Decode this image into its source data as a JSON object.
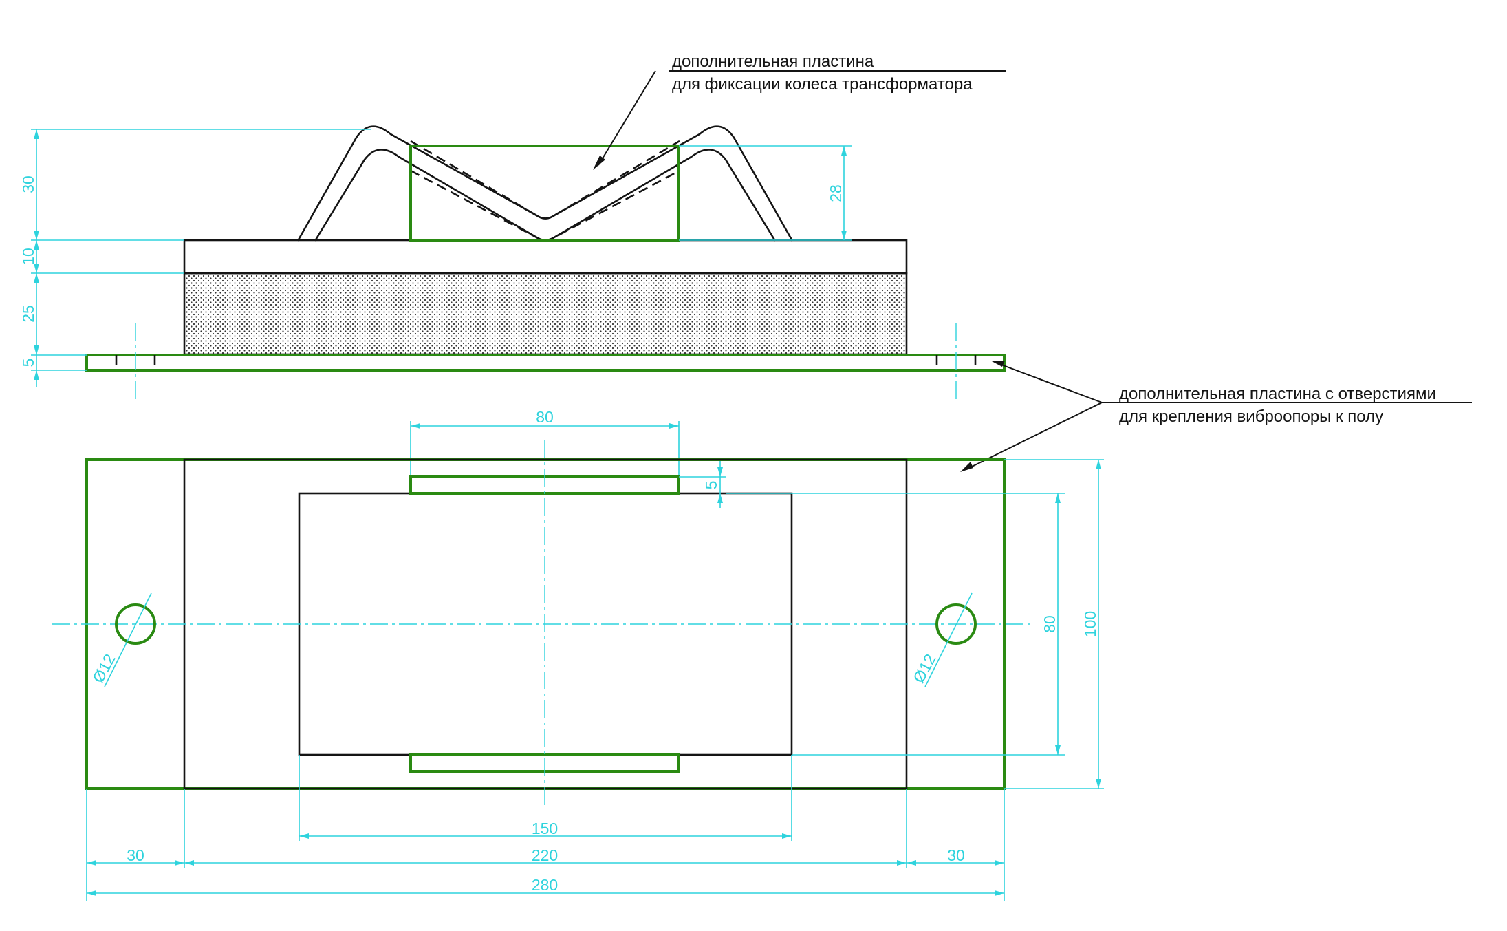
{
  "notes": {
    "top_line1": "дополнительная пластина",
    "top_line2": "для фиксации колеса трансформатора",
    "right_line1": "дополнительная пластина с отверстиями",
    "right_line2": "для крепления виброопоры к полу"
  },
  "dims": {
    "h30": "30",
    "h10": "10",
    "h25": "25",
    "h5": "5",
    "h28": "28",
    "w80_top": "80",
    "plan_5": "5",
    "plan_80": "80",
    "plan_100": "100",
    "w150": "150",
    "w30_left": "30",
    "w220": "220",
    "w30_right": "30",
    "w280": "280",
    "hole_left": "Ø12",
    "hole_right": "Ø12"
  },
  "colors": {
    "outline": "#141414",
    "plate": "#2a8a12",
    "dimension": "#2ed3dd"
  }
}
